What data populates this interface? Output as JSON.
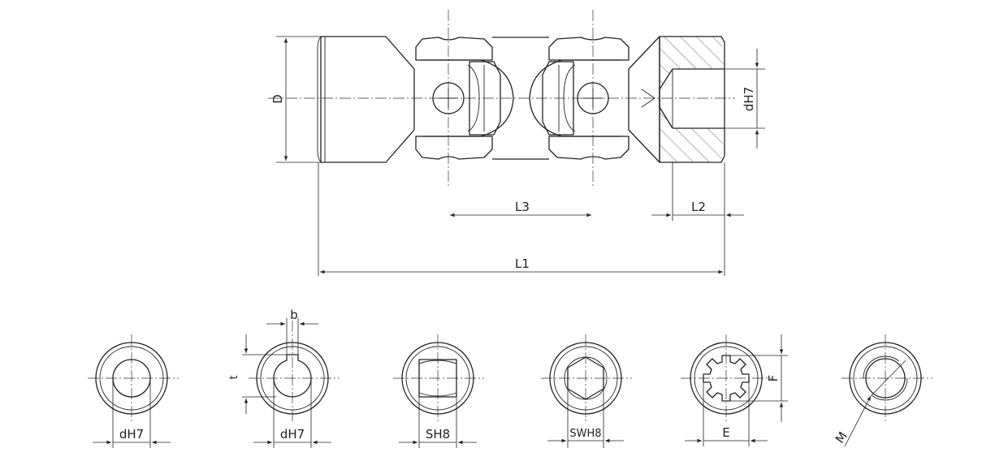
{
  "top_view": {
    "dim_D": "D",
    "dim_dH7": "dH7",
    "dim_L3": "L3",
    "dim_L2": "L2",
    "dim_L1": "L1"
  },
  "sections": [
    {
      "id": "round-bore",
      "label": "dH7"
    },
    {
      "id": "keyway-bore",
      "label": "dH7",
      "extra_b": "b",
      "extra_t": "t"
    },
    {
      "id": "square-bore",
      "label": "SH8"
    },
    {
      "id": "hex-bore",
      "label": "SWH8"
    },
    {
      "id": "spline-bore",
      "label": "E",
      "extra_f": "F"
    },
    {
      "id": "thread-bore",
      "label": "M"
    }
  ]
}
